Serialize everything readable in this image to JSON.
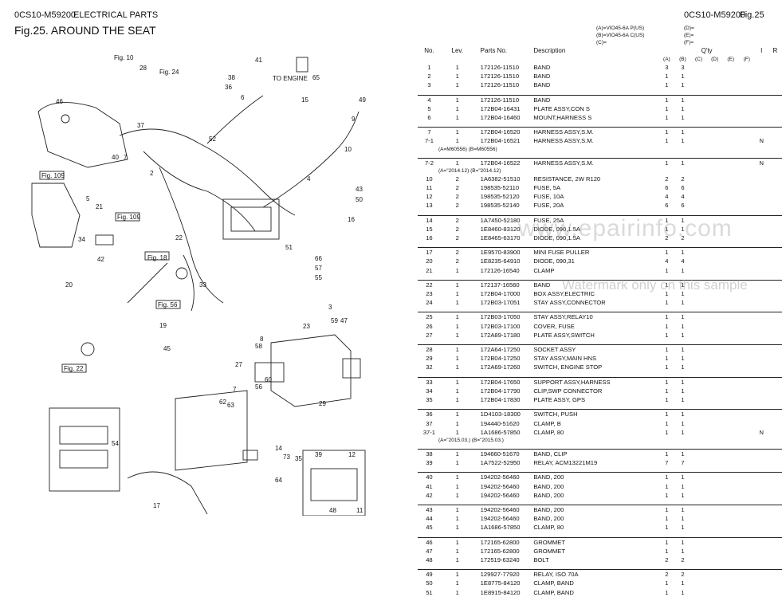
{
  "header": {
    "code_left": "0CS10-M59200",
    "section": "ELECTRICAL PARTS",
    "fig_title": "Fig.25.  AROUND THE SEAT",
    "code_right": "0CS10-M59200",
    "fig_right": "Fig.25"
  },
  "model_codes": {
    "a": "(A)=VIO45-6A P(US)",
    "b": "(B)=VIO45-6A C(US)",
    "c": "(C)=",
    "d": "(D)=",
    "e": "(E)=",
    "f": "(F)="
  },
  "table_headers": {
    "no": "No.",
    "lev": "Lev.",
    "parts_no": "Parts No.",
    "description": "Description",
    "qty": "Q'ty",
    "a": "(A)",
    "b": "(B)",
    "c": "(C)",
    "d": "(D)",
    "e": "(E)",
    "f": "(F)",
    "i": "I",
    "r": "R"
  },
  "rows": [
    {
      "no": "1",
      "lev": "1",
      "pn": "172126-11510",
      "desc": "BAND",
      "a": "3",
      "b": "3",
      "i": ""
    },
    {
      "no": "2",
      "lev": "1",
      "pn": "172126-11510",
      "desc": "BAND",
      "a": "1",
      "b": "1",
      "i": ""
    },
    {
      "no": "3",
      "lev": "1",
      "pn": "172126-11510",
      "desc": "BAND",
      "a": "1",
      "b": "1",
      "i": ""
    },
    {
      "gap": true
    },
    {
      "no": "4",
      "lev": "1",
      "pn": "172126-11510",
      "desc": "BAND",
      "a": "1",
      "b": "1",
      "i": "",
      "sep": true
    },
    {
      "no": "5",
      "lev": "1",
      "pn": "172B04-16431",
      "desc": "PLATE ASSY,CON S",
      "a": "1",
      "b": "1",
      "i": ""
    },
    {
      "no": "6",
      "lev": "1",
      "pn": "172B04-16460",
      "desc": "MOUNT,HARNESS S",
      "a": "1",
      "b": "1",
      "i": ""
    },
    {
      "gap": true
    },
    {
      "no": "7",
      "lev": "1",
      "pn": "172B04-16520",
      "desc": "HARNESS ASSY,S.M.",
      "a": "1",
      "b": "1",
      "i": "",
      "sep": true
    },
    {
      "no": "7-1",
      "lev": "1",
      "pn": "172B04-16521",
      "desc": "HARNESS ASSY,S.M.",
      "a": "1",
      "b": "1",
      "i": "N"
    },
    {
      "note": "(A=M60556)                      (B=M60556)"
    },
    {
      "gap": true
    },
    {
      "no": "7-2",
      "lev": "1",
      "pn": "172B04-16522",
      "desc": "HARNESS ASSY,S.M.",
      "a": "1",
      "b": "1",
      "i": "N",
      "sep": true
    },
    {
      "note": "(A=\"2014.12)                    (B=\"2014.12)"
    },
    {
      "no": "10",
      "lev": "2",
      "pn": "1A6382-51510",
      "desc": "RESISTANCE, 2W R120",
      "a": "2",
      "b": "2",
      "i": ""
    },
    {
      "no": "11",
      "lev": "2",
      "pn": "198535-52110",
      "desc": "FUSE, 5A",
      "a": "6",
      "b": "6",
      "i": ""
    },
    {
      "no": "12",
      "lev": "2",
      "pn": "198535-52120",
      "desc": "FUSE, 10A",
      "a": "4",
      "b": "4",
      "i": ""
    },
    {
      "no": "13",
      "lev": "2",
      "pn": "198535-52140",
      "desc": "FUSE, 20A",
      "a": "6",
      "b": "6",
      "i": ""
    },
    {
      "gap": true
    },
    {
      "no": "14",
      "lev": "2",
      "pn": "1A7450-52180",
      "desc": "FUSE, 25A",
      "a": "1",
      "b": "1",
      "i": "",
      "sep": true
    },
    {
      "no": "15",
      "lev": "2",
      "pn": "1E8460-83120",
      "desc": "DIODE, 090,1.5A",
      "a": "1",
      "b": "1",
      "i": ""
    },
    {
      "no": "16",
      "lev": "2",
      "pn": "1E8465-63170",
      "desc": "DIODE, 090,1.5A",
      "a": "2",
      "b": "2",
      "i": ""
    },
    {
      "gap": true
    },
    {
      "no": "17",
      "lev": "2",
      "pn": "1E9570-83900",
      "desc": "MINI FUSE PULLER",
      "a": "1",
      "b": "1",
      "i": "",
      "sep": true
    },
    {
      "no": "20",
      "lev": "2",
      "pn": "1E8235-64910",
      "desc": "DIODE, 090,31",
      "a": "4",
      "b": "4",
      "i": ""
    },
    {
      "no": "21",
      "lev": "1",
      "pn": "172126-16540",
      "desc": "CLAMP",
      "a": "1",
      "b": "1",
      "i": ""
    },
    {
      "gap": true
    },
    {
      "no": "22",
      "lev": "1",
      "pn": "172137-16560",
      "desc": "BAND",
      "a": "1",
      "b": "1",
      "i": "",
      "sep": true
    },
    {
      "no": "23",
      "lev": "1",
      "pn": "172B04-17000",
      "desc": "BOX ASSY,ELECTRIC",
      "a": "1",
      "b": "1",
      "i": ""
    },
    {
      "no": "24",
      "lev": "1",
      "pn": "172B03-17051",
      "desc": "STAY ASSY,CONNECTOR",
      "a": "1",
      "b": "1",
      "i": ""
    },
    {
      "gap": true
    },
    {
      "no": "25",
      "lev": "1",
      "pn": "172B03-17050",
      "desc": "STAY ASSY,RELAY10",
      "a": "1",
      "b": "1",
      "i": "",
      "sep": true
    },
    {
      "no": "26",
      "lev": "1",
      "pn": "172B03-17100",
      "desc": "COVER, FUSE",
      "a": "1",
      "b": "1",
      "i": ""
    },
    {
      "no": "27",
      "lev": "1",
      "pn": "172A89-17180",
      "desc": "PLATE ASSY,SWITCH",
      "a": "1",
      "b": "1",
      "i": ""
    },
    {
      "gap": true
    },
    {
      "no": "28",
      "lev": "1",
      "pn": "172A64-17250",
      "desc": "SOCKET ASSY",
      "a": "1",
      "b": "1",
      "i": "",
      "sep": true
    },
    {
      "no": "29",
      "lev": "1",
      "pn": "172B04-17250",
      "desc": "STAY ASSY,MAIN HNS",
      "a": "1",
      "b": "1",
      "i": ""
    },
    {
      "no": "32",
      "lev": "1",
      "pn": "172A69-17260",
      "desc": "SWITCH, ENGINE STOP",
      "a": "1",
      "b": "1",
      "i": ""
    },
    {
      "gap": true
    },
    {
      "no": "33",
      "lev": "1",
      "pn": "172B04-17650",
      "desc": "SUPPORT ASSY,HARNESS",
      "a": "1",
      "b": "1",
      "i": "",
      "sep": true
    },
    {
      "no": "34",
      "lev": "1",
      "pn": "172B04-17790",
      "desc": "CLIP,SWP CONNECTOR",
      "a": "1",
      "b": "1",
      "i": ""
    },
    {
      "no": "35",
      "lev": "1",
      "pn": "172B04-17830",
      "desc": "PLATE ASSY, GPS",
      "a": "1",
      "b": "1",
      "i": ""
    },
    {
      "gap": true
    },
    {
      "no": "36",
      "lev": "1",
      "pn": "1D4103-18300",
      "desc": "SWITCH, PUSH",
      "a": "1",
      "b": "1",
      "i": "",
      "sep": true
    },
    {
      "no": "37",
      "lev": "1",
      "pn": "194440-51620",
      "desc": "CLAMP, B",
      "a": "1",
      "b": "1",
      "i": ""
    },
    {
      "no": "37-1",
      "lev": "1",
      "pn": "1A1686-57850",
      "desc": "CLAMP, 80",
      "a": "1",
      "b": "1",
      "i": "N"
    },
    {
      "note": "(A=\"2015.03.)                   (B=\"2015.03.)"
    },
    {
      "gap": true
    },
    {
      "no": "38",
      "lev": "1",
      "pn": "194660-51670",
      "desc": "BAND, CLIP",
      "a": "1",
      "b": "1",
      "i": "",
      "sep": true
    },
    {
      "no": "39",
      "lev": "1",
      "pn": "1A7522-52950",
      "desc": "RELAY, ACM13221M19",
      "a": "7",
      "b": "7",
      "i": ""
    },
    {
      "gap": true
    },
    {
      "no": "40",
      "lev": "1",
      "pn": "194202-56460",
      "desc": "BAND, 200",
      "a": "1",
      "b": "1",
      "i": "",
      "sep": true
    },
    {
      "no": "41",
      "lev": "1",
      "pn": "194202-56460",
      "desc": "BAND, 200",
      "a": "1",
      "b": "1",
      "i": ""
    },
    {
      "no": "42",
      "lev": "1",
      "pn": "194202-56460",
      "desc": "BAND, 200",
      "a": "1",
      "b": "1",
      "i": ""
    },
    {
      "gap": true
    },
    {
      "no": "43",
      "lev": "1",
      "pn": "194202-56460",
      "desc": "BAND, 200",
      "a": "1",
      "b": "1",
      "i": "",
      "sep": true
    },
    {
      "no": "44",
      "lev": "1",
      "pn": "194202-56460",
      "desc": "BAND, 200",
      "a": "1",
      "b": "1",
      "i": ""
    },
    {
      "no": "45",
      "lev": "1",
      "pn": "1A1686-57850",
      "desc": "CLAMP, 80",
      "a": "1",
      "b": "1",
      "i": ""
    },
    {
      "gap": true
    },
    {
      "no": "46",
      "lev": "1",
      "pn": "172165-62800",
      "desc": "GROMMET",
      "a": "1",
      "b": "1",
      "i": "",
      "sep": true
    },
    {
      "no": "47",
      "lev": "1",
      "pn": "172165-62800",
      "desc": "GROMMET",
      "a": "1",
      "b": "1",
      "i": ""
    },
    {
      "no": "48",
      "lev": "1",
      "pn": "172519-63240",
      "desc": "BOLT",
      "a": "2",
      "b": "2",
      "i": ""
    },
    {
      "gap": true
    },
    {
      "no": "49",
      "lev": "1",
      "pn": "129927-77920",
      "desc": "RELAY, ISO 70A",
      "a": "2",
      "b": "2",
      "i": "",
      "sep": true
    },
    {
      "no": "50",
      "lev": "1",
      "pn": "1E8775-84120",
      "desc": "CLAMP, BAND",
      "a": "1",
      "b": "1",
      "i": ""
    },
    {
      "no": "51",
      "lev": "1",
      "pn": "1E8915-84120",
      "desc": "CLAMP, BAND",
      "a": "1",
      "b": "1",
      "i": ""
    }
  ],
  "diagram": {
    "fig_refs": [
      "Fig. 10",
      "Fig. 24",
      "Fig. 109",
      "Fig. 109",
      "Fig. 18",
      "Fig. 56",
      "Fig. 22"
    ],
    "to_engine": "TO ENGINE",
    "callouts": [
      "41",
      "38",
      "36",
      "6",
      "65",
      "28",
      "46",
      "15",
      "49",
      "37",
      "52",
      "7",
      "40",
      "9",
      "2",
      "10",
      "43",
      "4",
      "50",
      "5",
      "21",
      "16",
      "34",
      "42",
      "22",
      "51",
      "66",
      "57",
      "55",
      "20",
      "3",
      "19",
      "45",
      "23",
      "8",
      "59",
      "47",
      "58",
      "27",
      "60",
      "56",
      "7",
      "63",
      "62",
      "29",
      "54",
      "39",
      "12",
      "14",
      "73",
      "35",
      "64",
      "48",
      "11",
      "17",
      "33"
    ]
  },
  "watermark": {
    "site": "www.epairinfo.com",
    "sample_note": "Watermark only on this sample"
  }
}
